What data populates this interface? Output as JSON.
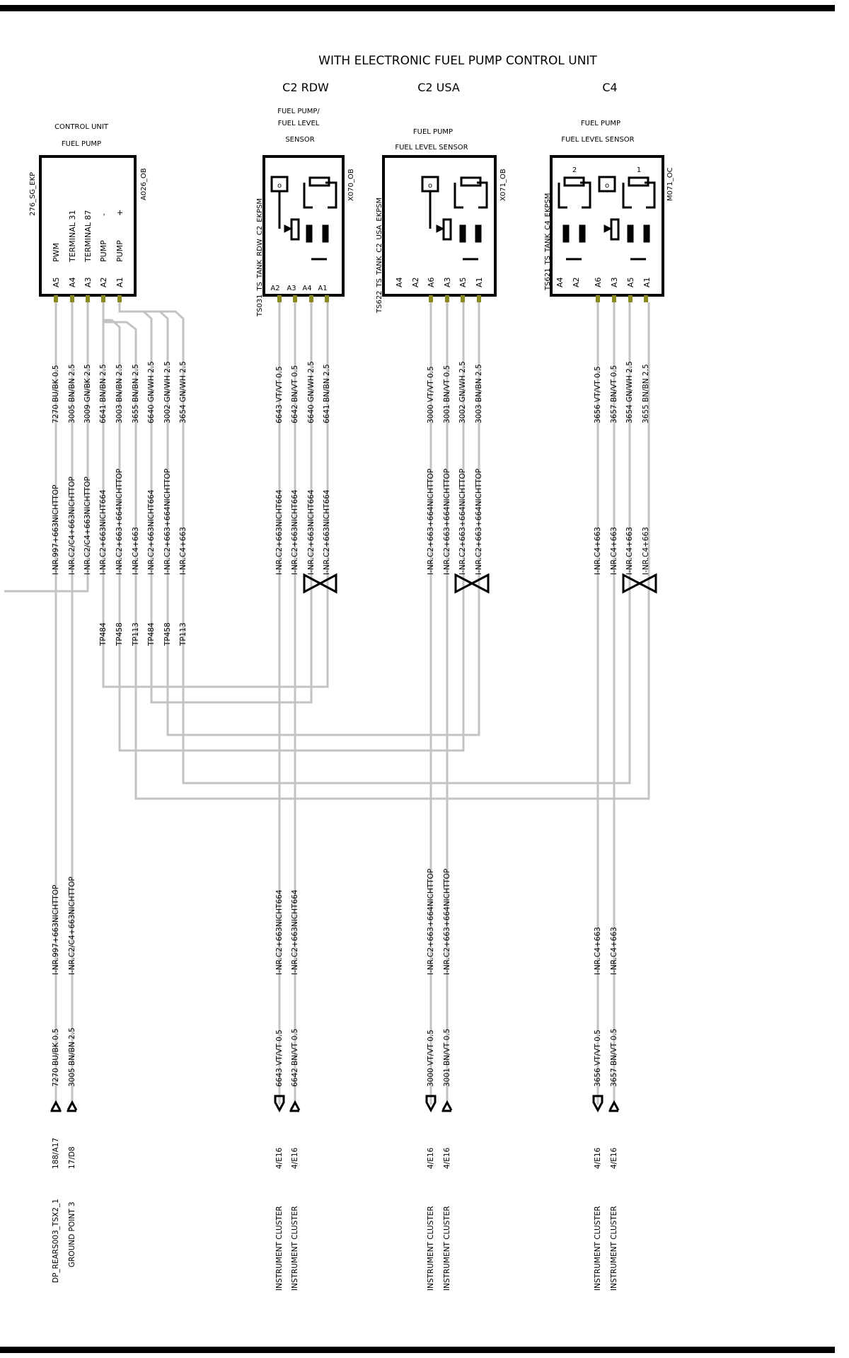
{
  "title": "WITH ELECTRONIC FUEL PUMP CONTROL UNIT",
  "colors": {
    "wire": "#c3c3c3",
    "terminal": "#8a8a1e",
    "frame": "#000000"
  },
  "variants": {
    "c2_rdw": "C2 RDW",
    "c2_usa": "C2 USA",
    "c4": "C4"
  },
  "control_unit": {
    "caption1": "CONTROL UNIT",
    "caption2": "FUEL PUMP",
    "id": "276_SG_EKP",
    "connector": "A026_OB",
    "pins": [
      "A5",
      "A4",
      "A3",
      "A2",
      "A1"
    ],
    "functions": [
      "PWM",
      "TERMINAL 31",
      "TERMINAL 87",
      "PUMP",
      "PUMP"
    ],
    "signs": [
      "-",
      "+"
    ]
  },
  "sensor_rdw": {
    "caption1": "FUEL PUMP/",
    "caption2": "FUEL LEVEL",
    "caption3": "SENSOR",
    "id": "TS031_TS_TANK_RDW_C2_EKPSM",
    "connector": "X070_OB",
    "pins": [
      "A2",
      "A3",
      "A4",
      "A1"
    ]
  },
  "sensor_usa": {
    "caption1": "FUEL PUMP",
    "caption2": "FUEL LEVEL SENSOR",
    "id": "TS622_TS_TANK_C2_USA_EKPSM",
    "connector": "X071_OB",
    "pins": [
      "A4",
      "A2",
      "A6",
      "A3",
      "A5",
      "A1"
    ]
  },
  "sensor_c4": {
    "caption1": "FUEL PUMP",
    "caption2": "FUEL LEVEL SENSOR",
    "id": "TS621_TS_TANK_C4_EKPSM",
    "connector": "M071_OC",
    "numbers": [
      "2",
      "1"
    ],
    "pins": [
      "A4",
      "A2",
      "A6",
      "A3",
      "A5",
      "A1"
    ]
  },
  "cu_wires": {
    "labels": [
      "7270 BU/BK 0.5",
      "3005 BN/BN 2.5",
      "3009 GN/BK 2.5",
      "6641 BN/BN 2.5",
      "3003 BN/BN 2.5",
      "3655 BN/BN 2.5",
      "6640 GN/WH 2.5",
      "3002 GN/WH 2.5",
      "3654 GN/WH 2.5"
    ],
    "variants": [
      "I-NR.997+663NICHTTOP",
      "I-NR.C2/C4+663NICHTTOP",
      "I-NR.C2/C4+663NICHTTOP",
      "I-NR.C2+663NICHT664",
      "I-NR.C2+663+664NICHTTOP",
      "I-NR.C4+663",
      "I-NR.C2+663NICHT664",
      "I-NR.C2+663+664NICHTTOP",
      "I-NR.C4+663"
    ],
    "tps": [
      "TP484",
      "TP458",
      "TP113",
      "TP484",
      "TP458",
      "TP113"
    ]
  },
  "rdw_wires": {
    "labels": [
      "6643 VT/VT 0.5",
      "6642 BN/VT 0.5",
      "6640 GN/WH 2.5",
      "6641 BN/BN 2.5"
    ],
    "variants": [
      "I-NR.C2+663NICHT664",
      "I-NR.C2+663NICHT664",
      "I-NR.C2+663NICHT664",
      "I-NR.C2+663NICHT664"
    ]
  },
  "usa_wires": {
    "labels": [
      "3000 VT/VT 0.5",
      "3001 BN/VT 0.5",
      "3002 GN/WH 2.5",
      "3003 BN/BN 2.5"
    ],
    "variants": [
      "I-NR.C2+663+664NICHTTOP",
      "I-NR.C2+663+664NICHTTOP",
      "I-NR.C2+663+664NICHTTOP",
      "I-NR.C2+663+664NICHTTOP"
    ]
  },
  "c4_wires": {
    "labels": [
      "3656 VT/VT 0.5",
      "3657 BN/VT 0.5",
      "3654 GN/WH 2.5",
      "3655 BN/BN 2.5"
    ],
    "variants": [
      "I-NR.C4+663",
      "I-NR.C4+663",
      "I-NR.C4+663",
      "I-NR.C4+663"
    ]
  },
  "bottom": {
    "variants": [
      "I-NR.997+663NICHTTOP",
      "I-NR.C2/C4+663NICHTTOP",
      "I-NR.C2+663NICHT664",
      "I-NR.C2+663NICHT664",
      "I-NR.C2+663+664NICHTTOP",
      "I-NR.C2+663+664NICHTTOP",
      "I-NR.C4+663",
      "I-NR.C4+663"
    ],
    "labels": [
      "7270 BU/BK 0.5",
      "3005 BN/BN 2.5",
      "6643 VT/VT 0.5",
      "6642 BN/VT 0.5",
      "3000 VT/VT 0.5",
      "3001 BN/VT 0.5",
      "3656 VT/VT 0.5",
      "3657 BN/VT 0.5"
    ],
    "refs": [
      "188/A17",
      "17/D8",
      "4/E16",
      "4/E16",
      "4/E16",
      "4/E16",
      "4/E16",
      "4/E16"
    ],
    "destinations": [
      "DP_REARS003_TSX2_1",
      "GROUND POINT 3",
      "INSTRUMENT CLUSTER",
      "INSTRUMENT CLUSTER",
      "INSTRUMENT CLUSTER",
      "INSTRUMENT CLUSTER",
      "INSTRUMENT CLUSTER",
      "INSTRUMENT CLUSTER"
    ]
  }
}
